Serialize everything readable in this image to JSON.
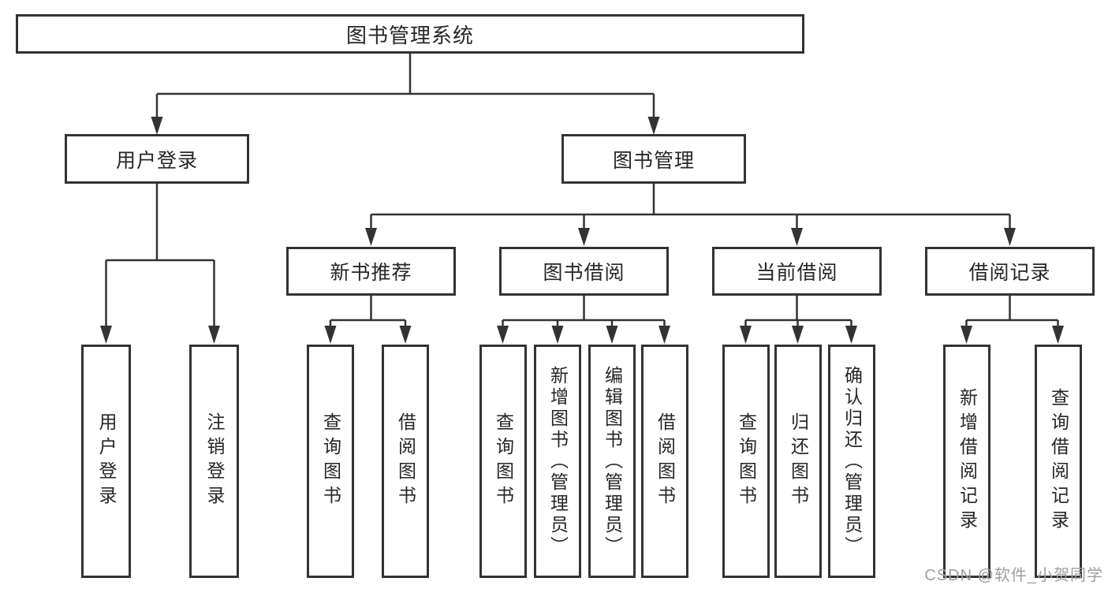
{
  "diagram": {
    "root": "图书管理系统",
    "level1": {
      "user_login": "用户登录",
      "book_mgmt": "图书管理"
    },
    "user_login_children": [
      "用户登录",
      "注销登录"
    ],
    "book_mgmt_children": [
      "新书推荐",
      "图书借阅",
      "当前借阅",
      "借阅记录"
    ],
    "recommend_children": [
      "查询图书",
      "借阅图书"
    ],
    "borrow_children": [
      "查询图书",
      "新增图书（管理员）",
      "编辑图书（管理员）",
      "借阅图书"
    ],
    "current_children": [
      "查询图书",
      "归还图书",
      "确认归还（管理员）"
    ],
    "records_children": [
      "新增借阅记录",
      "查询借阅记录"
    ]
  },
  "watermark": {
    "text": "CSDN @软件_小贺同学"
  },
  "colors": {
    "line": "#333333",
    "box_border": "#333333",
    "box_background": "#ffffff",
    "text": "#262626",
    "watermark": "#9e9e9e"
  }
}
